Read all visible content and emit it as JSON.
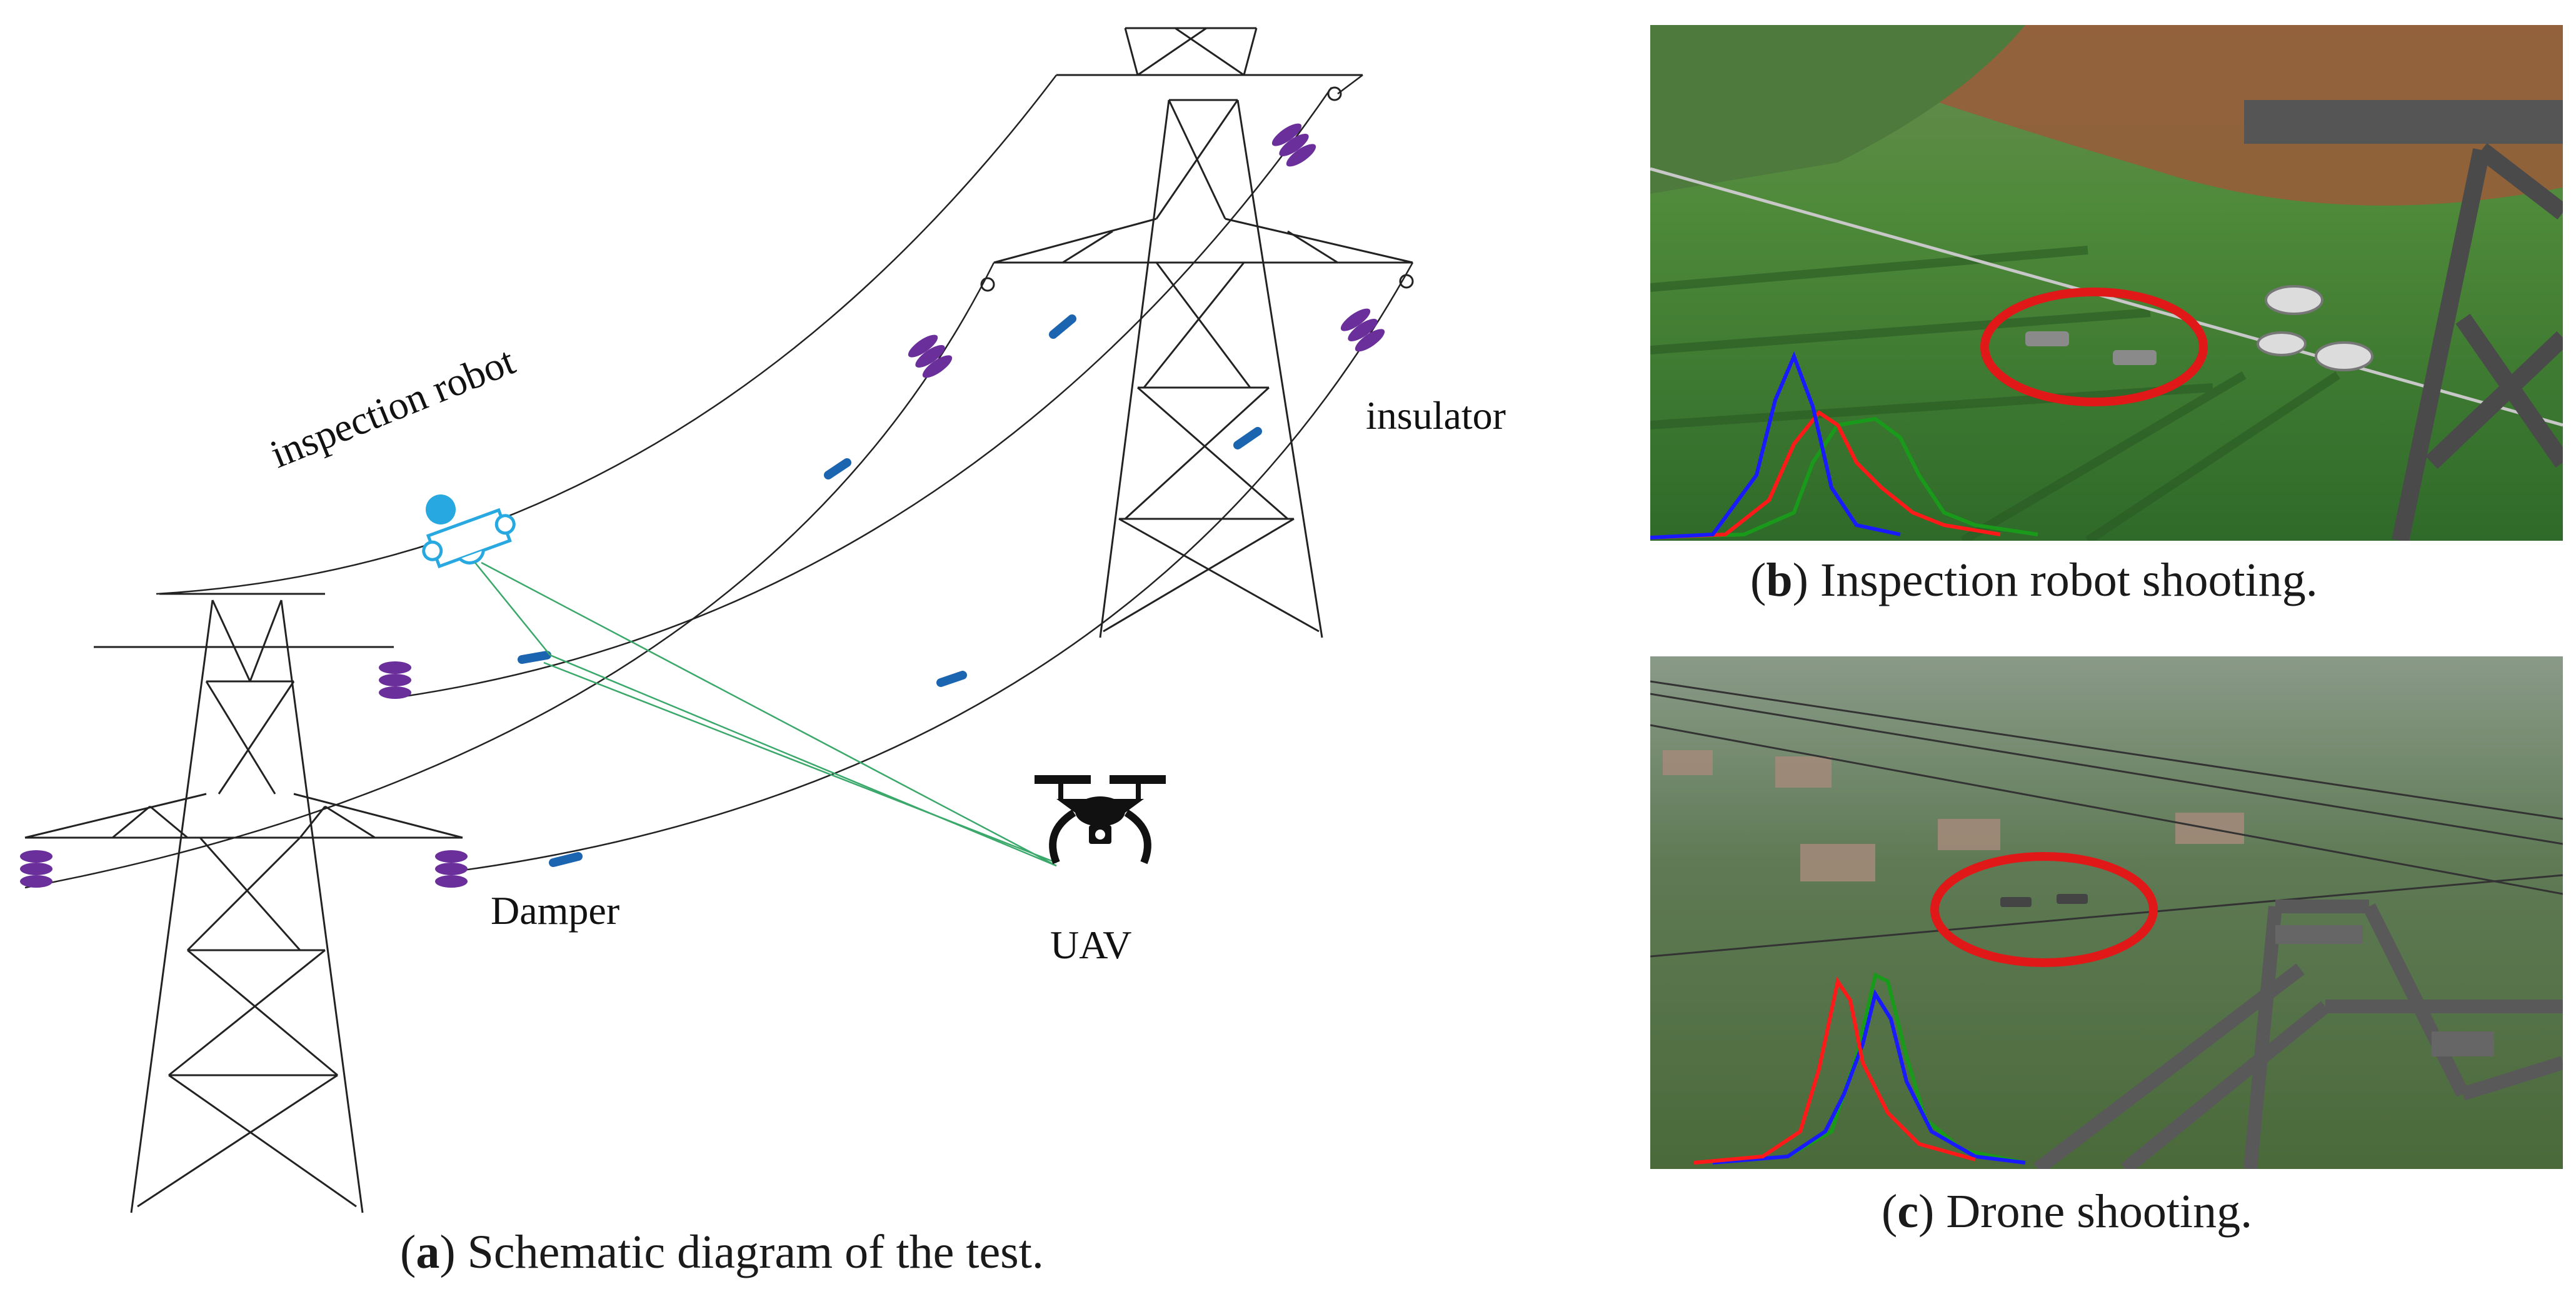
{
  "panel_a": {
    "caption_letter": "a",
    "caption_text": ") Schematic diagram of the test.",
    "labels": {
      "robot": "inspection robot",
      "insulator": "insulator",
      "damper": "Damper",
      "uav": "UAV"
    }
  },
  "panel_b": {
    "caption_letter": "b",
    "caption_text": ") Inspection robot shooting."
  },
  "panel_c": {
    "caption_letter": "c",
    "caption_text": ") Drone shooting."
  },
  "colors": {
    "insulator": "#6a2f9a",
    "damper": "#1a64b0",
    "robot": "#27a8e0",
    "sightline": "#3aa86a",
    "highlight": "#e01818",
    "hist_red": "#ff1a1a",
    "hist_green": "#1a9a1a",
    "hist_blue": "#1a1aff"
  }
}
